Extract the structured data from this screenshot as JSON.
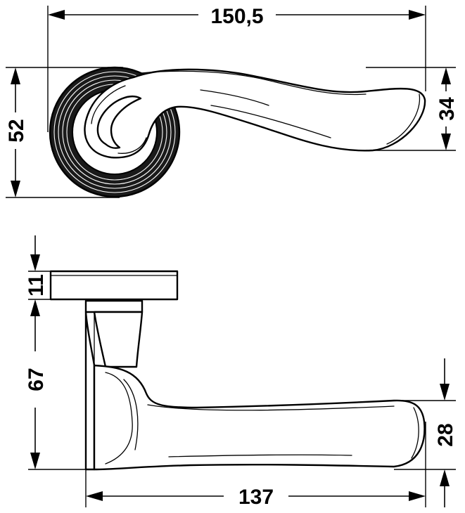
{
  "drawing": {
    "top_view": {
      "overall_length": "150,5",
      "rose_height": "52",
      "lever_height": "34"
    },
    "side_view": {
      "rose_thickness": "11",
      "handle_projection": "67",
      "lever_thickness": "28",
      "lever_length": "137"
    }
  }
}
